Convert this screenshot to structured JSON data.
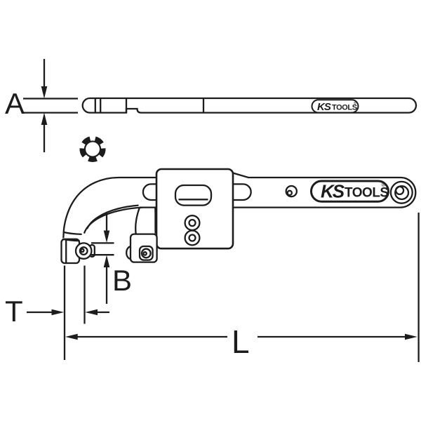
{
  "page": {
    "background": "#ffffff",
    "line_color": "#1c1c1c"
  },
  "drawing": {
    "brand": {
      "ks": "KS",
      "tools": "TOOLS",
      "registered": "®"
    },
    "dimensions": {
      "a": {
        "label": "A"
      },
      "b": {
        "label": "B"
      },
      "t": {
        "label": "T"
      },
      "l": {
        "label": "L"
      }
    }
  }
}
